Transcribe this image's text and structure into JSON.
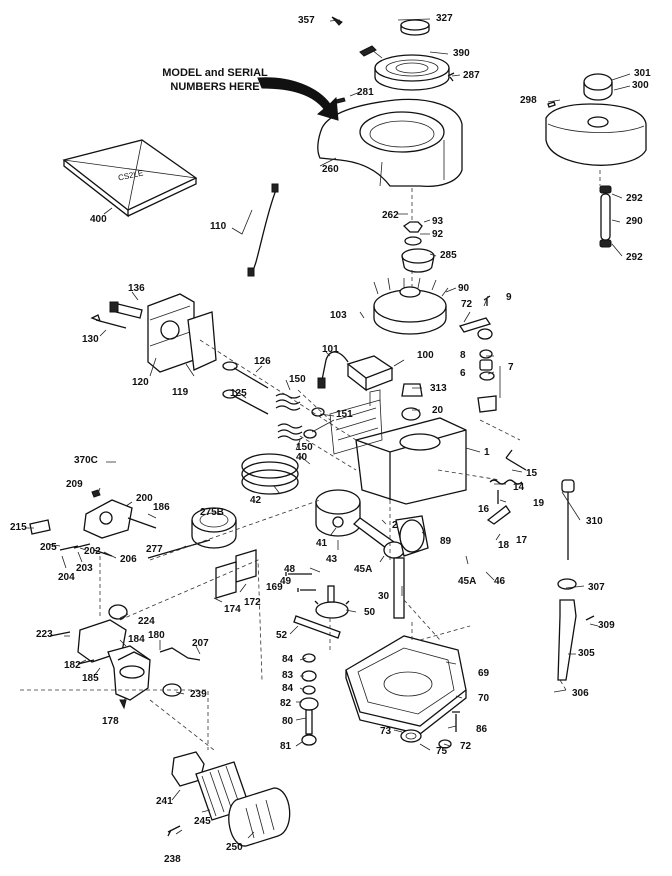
{
  "note": {
    "line1": "MODEL and SERIAL",
    "line2": "NUMBERS HERE"
  },
  "box_print": "CS2LE",
  "parts": [
    {
      "id": "p357",
      "text": "357"
    },
    {
      "id": "p327",
      "text": "327"
    },
    {
      "id": "p390",
      "text": "390"
    },
    {
      "id": "p287",
      "text": "287"
    },
    {
      "id": "p281",
      "text": "281"
    },
    {
      "id": "p260",
      "text": "260"
    },
    {
      "id": "p301",
      "text": "301"
    },
    {
      "id": "p300",
      "text": "300"
    },
    {
      "id": "p298",
      "text": "298"
    },
    {
      "id": "p292a",
      "text": "292"
    },
    {
      "id": "p290",
      "text": "290"
    },
    {
      "id": "p292b",
      "text": "292"
    },
    {
      "id": "p400",
      "text": "400"
    },
    {
      "id": "p262",
      "text": "262"
    },
    {
      "id": "p93",
      "text": "93"
    },
    {
      "id": "p92",
      "text": "92"
    },
    {
      "id": "p110",
      "text": "110"
    },
    {
      "id": "p285",
      "text": "285"
    },
    {
      "id": "p90",
      "text": "90"
    },
    {
      "id": "p9",
      "text": "9"
    },
    {
      "id": "p72a",
      "text": "72"
    },
    {
      "id": "p103",
      "text": "103"
    },
    {
      "id": "p136",
      "text": "136"
    },
    {
      "id": "p130",
      "text": "130"
    },
    {
      "id": "p101",
      "text": "101"
    },
    {
      "id": "p100",
      "text": "100"
    },
    {
      "id": "p8",
      "text": "8"
    },
    {
      "id": "p6",
      "text": "6"
    },
    {
      "id": "p7",
      "text": "7"
    },
    {
      "id": "p126",
      "text": "126"
    },
    {
      "id": "p120",
      "text": "120"
    },
    {
      "id": "p119",
      "text": "119"
    },
    {
      "id": "p150a",
      "text": "150"
    },
    {
      "id": "p313",
      "text": "313"
    },
    {
      "id": "p125",
      "text": "125"
    },
    {
      "id": "p151",
      "text": "151"
    },
    {
      "id": "p20",
      "text": "20"
    },
    {
      "id": "p150b",
      "text": "150"
    },
    {
      "id": "p370c",
      "text": "370C"
    },
    {
      "id": "p40",
      "text": "40"
    },
    {
      "id": "p1",
      "text": "1"
    },
    {
      "id": "p15",
      "text": "15"
    },
    {
      "id": "p209",
      "text": "209"
    },
    {
      "id": "p14",
      "text": "14"
    },
    {
      "id": "p42",
      "text": "42"
    },
    {
      "id": "p200",
      "text": "200"
    },
    {
      "id": "p186",
      "text": "186"
    },
    {
      "id": "p19",
      "text": "19"
    },
    {
      "id": "p275b",
      "text": "275B"
    },
    {
      "id": "p16",
      "text": "16"
    },
    {
      "id": "p310",
      "text": "310"
    },
    {
      "id": "p215",
      "text": "215"
    },
    {
      "id": "p2",
      "text": "2"
    },
    {
      "id": "p89",
      "text": "89"
    },
    {
      "id": "p205",
      "text": "205"
    },
    {
      "id": "p202",
      "text": "202"
    },
    {
      "id": "p206",
      "text": "206"
    },
    {
      "id": "p41",
      "text": "41"
    },
    {
      "id": "p18",
      "text": "18"
    },
    {
      "id": "p17",
      "text": "17"
    },
    {
      "id": "p277",
      "text": "277"
    },
    {
      "id": "p43",
      "text": "43"
    },
    {
      "id": "p204",
      "text": "204"
    },
    {
      "id": "p203",
      "text": "203"
    },
    {
      "id": "p45a1",
      "text": "45A"
    },
    {
      "id": "p45a2",
      "text": "45A"
    },
    {
      "id": "p46",
      "text": "46"
    },
    {
      "id": "p48",
      "text": "48"
    },
    {
      "id": "p49",
      "text": "49"
    },
    {
      "id": "p169",
      "text": "169"
    },
    {
      "id": "p307",
      "text": "307"
    },
    {
      "id": "p30",
      "text": "30"
    },
    {
      "id": "p174",
      "text": "174"
    },
    {
      "id": "p172",
      "text": "172"
    },
    {
      "id": "p224",
      "text": "224"
    },
    {
      "id": "p50",
      "text": "50"
    },
    {
      "id": "p309",
      "text": "309"
    },
    {
      "id": "p223",
      "text": "223"
    },
    {
      "id": "p184",
      "text": "184"
    },
    {
      "id": "p180",
      "text": "180"
    },
    {
      "id": "p52",
      "text": "52"
    },
    {
      "id": "p207",
      "text": "207"
    },
    {
      "id": "p182",
      "text": "182"
    },
    {
      "id": "p305",
      "text": "305"
    },
    {
      "id": "p84a",
      "text": "84"
    },
    {
      "id": "p69",
      "text": "69"
    },
    {
      "id": "p185",
      "text": "185"
    },
    {
      "id": "p83",
      "text": "83"
    },
    {
      "id": "p84b",
      "text": "84"
    },
    {
      "id": "p70",
      "text": "70"
    },
    {
      "id": "p239",
      "text": "239"
    },
    {
      "id": "p306",
      "text": "306"
    },
    {
      "id": "p82",
      "text": "82"
    },
    {
      "id": "p178",
      "text": "178"
    },
    {
      "id": "p80",
      "text": "80"
    },
    {
      "id": "p86",
      "text": "86"
    },
    {
      "id": "p73",
      "text": "73"
    },
    {
      "id": "p72b",
      "text": "72"
    },
    {
      "id": "p81",
      "text": "81"
    },
    {
      "id": "p75",
      "text": "75"
    },
    {
      "id": "p241",
      "text": "241"
    },
    {
      "id": "p245",
      "text": "245"
    },
    {
      "id": "p250",
      "text": "250"
    },
    {
      "id": "p238",
      "text": "238"
    }
  ]
}
